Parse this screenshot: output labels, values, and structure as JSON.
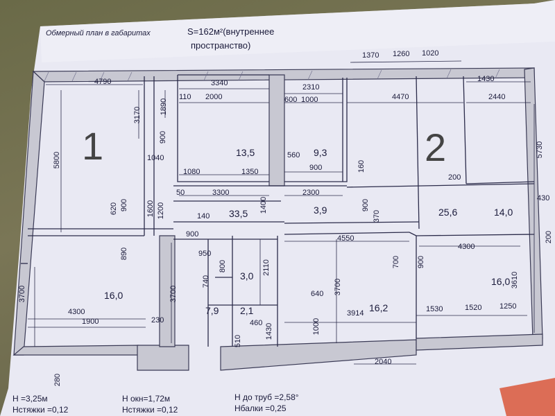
{
  "header": {
    "plan_title": "Обмерный план в габаритах",
    "area_line1": "S=162м²(внутреннее",
    "area_line2": "пространство)"
  },
  "units": {
    "unit1": "1",
    "unit2": "2"
  },
  "rooms": [
    "13,5",
    "9,3",
    "33,5",
    "3,9",
    "25,6",
    "14,0",
    "16,0",
    "3,0",
    "7,9",
    "2,1",
    "16,2",
    "16,0"
  ],
  "dimensions": {
    "d4790": "4790",
    "d3340": "3340",
    "d2310": "2310",
    "d4470": "4470",
    "d1430": "1430",
    "d2440": "2440",
    "d1370": "1370",
    "d1260": "1260",
    "d1020": "1020",
    "d5800": "5800",
    "d3170": "3170",
    "d1890": "1890",
    "d110": "110",
    "d2000": "2000",
    "d600": "600",
    "d1000": "1000",
    "d900a": "900",
    "d1040": "1040",
    "d1080": "1080",
    "d1350": "1350",
    "d560": "560",
    "d900b": "900",
    "d160": "160",
    "d200": "200",
    "d5730": "5730",
    "d3300": "3300",
    "d2300": "2300",
    "d620": "620",
    "d900c": "900",
    "d1600": "1600",
    "d1200": "1200",
    "d1400": "1400",
    "d140": "140",
    "d900d": "900",
    "d4550": "4550",
    "d430": "430",
    "d200b": "200",
    "d900e": "900",
    "d950": "950",
    "d4300a": "4300",
    "d700": "700",
    "d890": "890",
    "d3700a": "3700",
    "d3700b": "3700",
    "d2110": "2110",
    "d740": "740",
    "d800": "800",
    "d3700c": "3700",
    "d640": "640",
    "d3610": "3610",
    "d4300b": "4300",
    "d1900": "1900",
    "d230": "230",
    "d460": "460",
    "d1000b": "1000",
    "d3914": "3914",
    "d1530": "1530",
    "d1520": "1520",
    "d1250": "1250",
    "d1430b": "1430",
    "d510": "510",
    "d2040": "2040",
    "d280": "280",
    "d900f": "900",
    "d370": "370",
    "d50": "50"
  },
  "footer": {
    "h_ceiling": "Н =3,25м",
    "h_ties": "Нстяжки =0,12",
    "h_window": "Н окн=1,72м",
    "h_ties2": "Нстяжки =0,12",
    "h_pipes": "Н до труб =2,58°",
    "h_beam": "Нбалки =0,25"
  }
}
